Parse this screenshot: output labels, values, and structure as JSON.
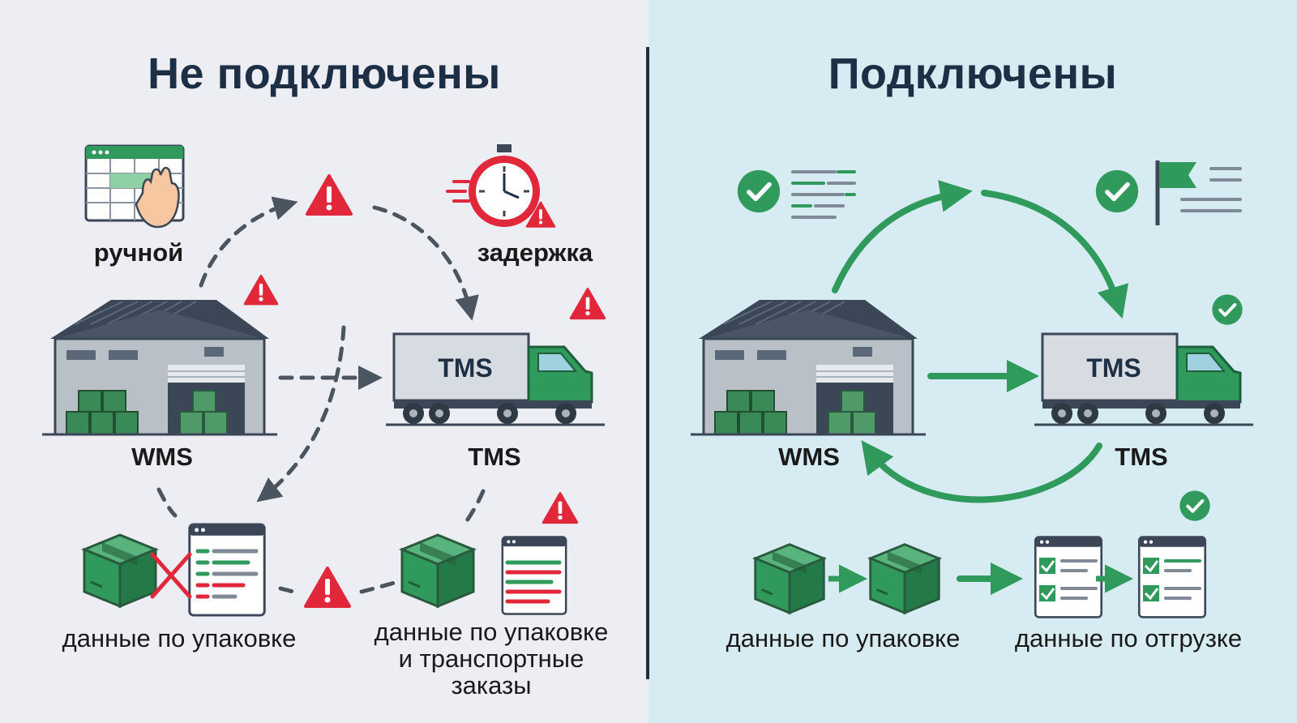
{
  "colors": {
    "left_bg": "#eceef3",
    "right_bg": "#d6ecf2",
    "title": "#1d2f44",
    "green": "#2f9a5c",
    "dark_green": "#1f7a47",
    "warning_red": "#e0283a",
    "dashed_arrow": "#4a5560"
  },
  "left": {
    "title": "Не подключены",
    "manual_label": "ручной",
    "delay_label": "задержка",
    "wms_label": "WMS",
    "tms_label": "TMS",
    "truck_text": "TMS",
    "packing_label": "данные по упаковке",
    "packing_transport_label_line1": "данные по упаковке",
    "packing_transport_label_line2": "и транспортные",
    "packing_transport_label_line3": "заказы",
    "icons": [
      "spreadsheet-hand-icon",
      "stopwatch-icon",
      "warning-icon",
      "warehouse-icon",
      "truck-icon",
      "box-icon",
      "document-icon",
      "cross-icon"
    ]
  },
  "right": {
    "title": "Подключены",
    "wms_label": "WMS",
    "tms_label": "TMS",
    "truck_text": "TMS",
    "packing_label": "данные по упаковке",
    "shipping_label": "данные по отгрузке",
    "icons": [
      "check-icon",
      "flag-icon",
      "warehouse-icon",
      "truck-icon",
      "box-icon",
      "checklist-icon"
    ]
  }
}
